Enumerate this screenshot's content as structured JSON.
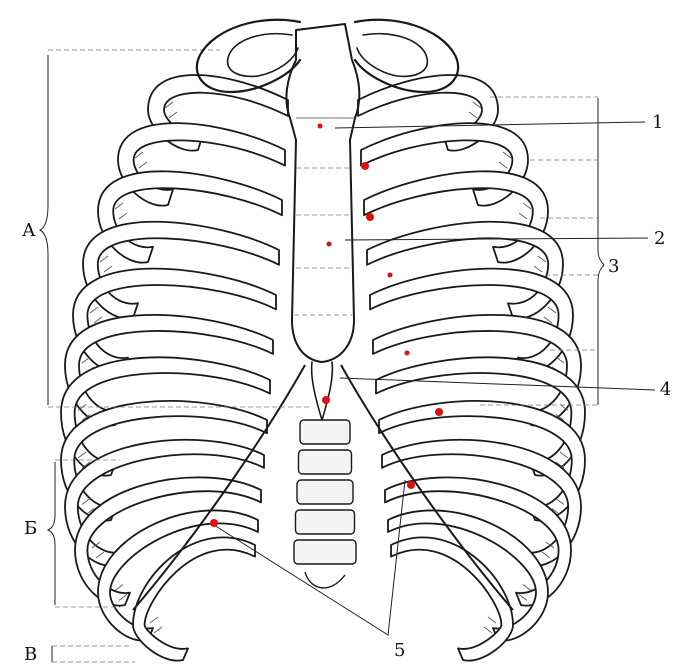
{
  "figure": {
    "labels": {
      "A": "А",
      "B": "Б",
      "V": "В",
      "n1": "1",
      "n2": "2",
      "n3": "3",
      "n4": "4",
      "n5": "5"
    },
    "marker_color": "#e01010",
    "ink_color": "#1a1a1a"
  }
}
